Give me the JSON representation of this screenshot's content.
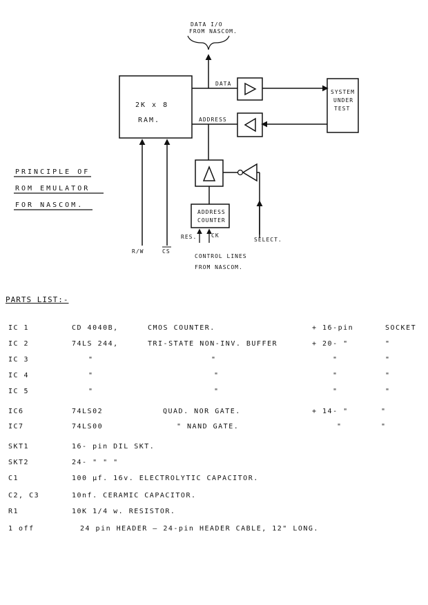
{
  "diagram": {
    "data_io_label": [
      "DATA I/O",
      "FROM NASCOM."
    ],
    "ram_label": [
      "2K x 8",
      "RAM."
    ],
    "data_label": "DATA",
    "address_label": "ADDRESS",
    "system_label": [
      "SYSTEM",
      "UNDER",
      "TEST"
    ],
    "counter_label": [
      "ADDRESS",
      "COUNTER"
    ],
    "res_label": "RES.",
    "ck_label": "CK",
    "select_label": "SELECT.",
    "rw_label": "R/W",
    "cs_label": "CS",
    "control_label": [
      "CONTROL LINES",
      "FROM NASCOM."
    ],
    "title_lines": [
      "PRINCIPLE OF",
      "ROM EMULATOR",
      "FOR NASCOM."
    ]
  },
  "parts_heading": "PARTS LIST:-",
  "parts": [
    {
      "id": "IC 1",
      "part": "CD 4040B,",
      "desc": "CMOS COUNTER.",
      "extra": "+ 16-pin",
      "socket": "SOCKET"
    },
    {
      "id": "IC 2",
      "part": "74LS 244,",
      "desc": "TRI-STATE NON-INV. BUFFER",
      "extra": "+ 20- \"",
      "socket": "\""
    },
    {
      "id": "IC 3",
      "part": "\"",
      "desc": "\"",
      "extra": "\"",
      "socket": "\""
    },
    {
      "id": "IC 4",
      "part": "\"",
      "desc": "\"",
      "extra": "\"",
      "socket": "\""
    },
    {
      "id": "IC 5",
      "part": "\"",
      "desc": "\"",
      "extra": "\"",
      "socket": "\""
    },
    {
      "id": "IC6",
      "part": "74LS02",
      "desc": "QUAD. NOR GATE.",
      "extra": "+ 14- \"",
      "socket": "\""
    },
    {
      "id": "IC7",
      "part": "74LS00",
      "desc": "\"  NAND GATE.",
      "extra": "\"",
      "socket": "\""
    },
    {
      "id": "SKT1",
      "part": "16- pin DIL SKT.",
      "desc": "",
      "extra": "",
      "socket": ""
    },
    {
      "id": "SKT2",
      "part": "24- \"  \"  \"",
      "desc": "",
      "extra": "",
      "socket": ""
    },
    {
      "id": "C1",
      "part": "100 µf. 16v. ELECTROLYTIC CAPACITOR.",
      "desc": "",
      "extra": "",
      "socket": ""
    },
    {
      "id": "C2, C3",
      "part": "10nf. CERAMIC CAPACITOR.",
      "desc": "",
      "extra": "",
      "socket": ""
    },
    {
      "id": "R1",
      "part": "10K 1/4 w. RESISTOR.",
      "desc": "",
      "extra": "",
      "socket": ""
    },
    {
      "id": "1 off",
      "part": "24 pin HEADER — 24-pin HEADER CABLE, 12\" LONG.",
      "desc": "",
      "extra": "",
      "socket": ""
    }
  ]
}
